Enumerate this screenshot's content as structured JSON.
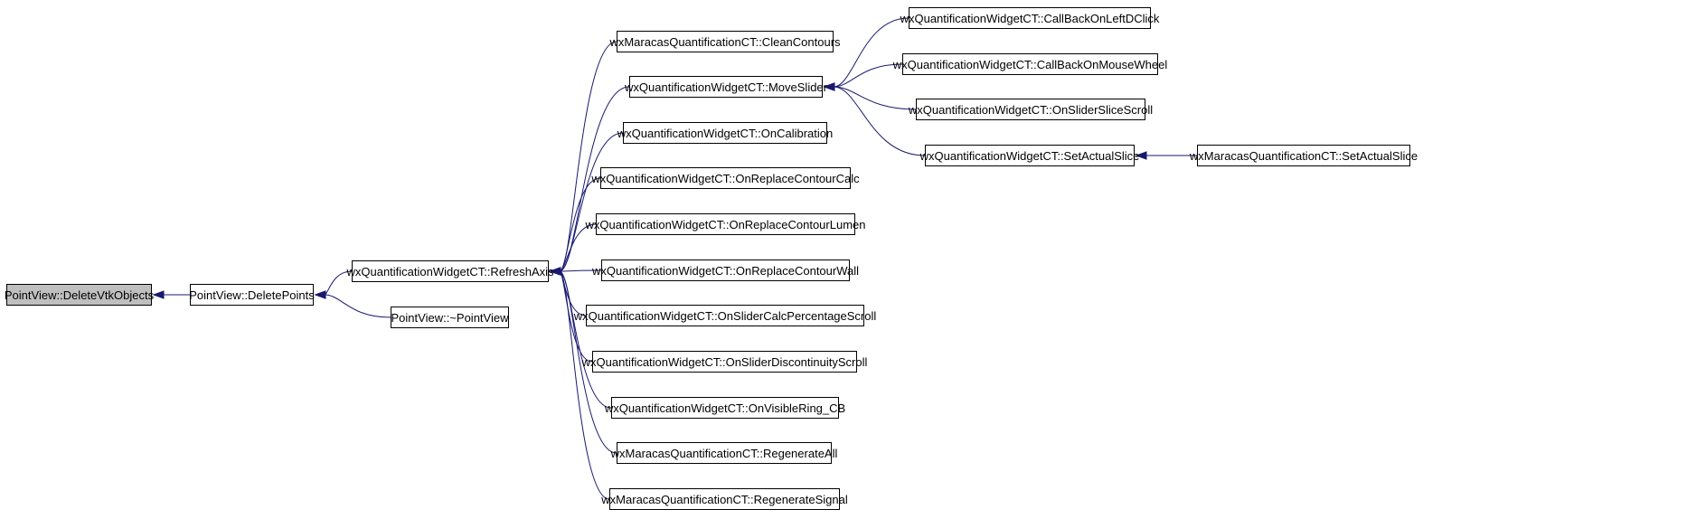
{
  "colors": {
    "edge": "#191970",
    "root_fill": "#bfbfbf",
    "node_fill": "#ffffff",
    "node_border": "#000000"
  },
  "nodes": {
    "n0": "PointView::DeleteVtkObjects",
    "n1": "PointView::DeletePoints",
    "n2": "wxQuantificationWidgetCT::RefreshAxis",
    "n3": "PointView::~PointView",
    "n4": "wxMaracasQuantificationCT::CleanContours",
    "n5": "wxQuantificationWidgetCT::MoveSlider",
    "n6": "wxQuantificationWidgetCT::OnCalibration",
    "n7": "wxQuantificationWidgetCT::OnReplaceContourCalc",
    "n8": "wxQuantificationWidgetCT::OnReplaceContourLumen",
    "n9": "wxQuantificationWidgetCT::OnReplaceContourWall",
    "n10": "wxQuantificationWidgetCT::OnSliderCalcPercentageScroll",
    "n11": "wxQuantificationWidgetCT::OnSliderDiscontinuityScroll",
    "n12": "wxQuantificationWidgetCT::OnVisibleRing_CB",
    "n13": "wxMaracasQuantificationCT::RegenerateAll",
    "n14": "wxMaracasQuantificationCT::RegenerateSignal",
    "n15": "wxQuantificationWidgetCT::CallBackOnLeftDClick",
    "n16": "wxQuantificationWidgetCT::CallBackOnMouseWheel",
    "n17": "wxQuantificationWidgetCT::OnSliderSliceScroll",
    "n18": "wxQuantificationWidgetCT::SetActualSlice",
    "n19": "wxMaracasQuantificationCT::SetActualSlice"
  },
  "edges": [
    [
      "n1",
      "n0"
    ],
    [
      "n2",
      "n1"
    ],
    [
      "n3",
      "n1"
    ],
    [
      "n4",
      "n2"
    ],
    [
      "n5",
      "n2"
    ],
    [
      "n6",
      "n2"
    ],
    [
      "n7",
      "n2"
    ],
    [
      "n8",
      "n2"
    ],
    [
      "n9",
      "n2"
    ],
    [
      "n10",
      "n2"
    ],
    [
      "n11",
      "n2"
    ],
    [
      "n12",
      "n2"
    ],
    [
      "n13",
      "n2"
    ],
    [
      "n14",
      "n2"
    ],
    [
      "n15",
      "n5"
    ],
    [
      "n16",
      "n5"
    ],
    [
      "n17",
      "n5"
    ],
    [
      "n18",
      "n5"
    ],
    [
      "n19",
      "n18"
    ]
  ]
}
